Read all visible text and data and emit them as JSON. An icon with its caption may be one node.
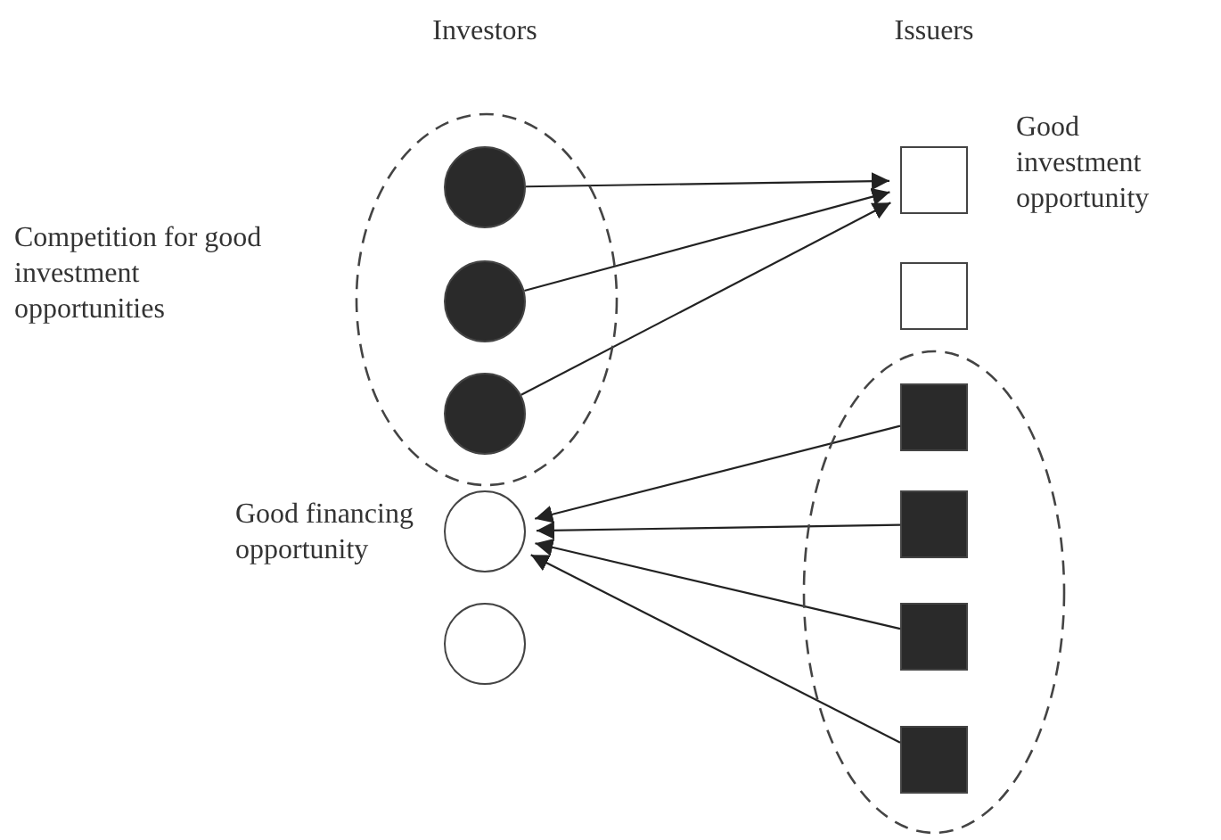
{
  "diagram": {
    "nodes": [
      {
        "text": [],
        "shape": "ellipse",
        "beside": [
          "Competition for good investment opportunities"
        ]
      },
      {
        "text": [],
        "shape": "circle",
        "in": 0
      },
      {
        "text": [],
        "shape": "circle",
        "in": 0
      },
      {
        "text": [],
        "shape": "circle",
        "in": 0
      },
      {
        "text": [],
        "shape": "circle",
        "beside": [
          "Good financing opportunity"
        ]
      },
      {
        "text": [],
        "shape": "circle"
      },
      {
        "text": [],
        "shape": "box",
        "beside": [
          "Good investment opportunity"
        ]
      },
      {
        "text": [],
        "shape": "box"
      },
      {
        "text": [],
        "shape": "ellipse"
      },
      {
        "text": [],
        "shape": "box",
        "in": 8
      },
      {
        "text": [],
        "shape": "box",
        "in": 8
      },
      {
        "text": [],
        "shape": "box",
        "in": 8
      },
      {
        "text": [],
        "shape": "box",
        "in": 8
      }
    ],
    "edges": [
      {
        "from": 1,
        "to": 6,
        "arrow": "to"
      },
      {
        "from": 2,
        "to": 6,
        "arrow": "to"
      },
      {
        "from": 3,
        "to": 6,
        "arrow": "to"
      },
      {
        "from": 9,
        "to": 4,
        "arrow": "to"
      },
      {
        "from": 10,
        "to": 4,
        "arrow": "to"
      },
      {
        "from": 11,
        "to": 4,
        "arrow": "to"
      },
      {
        "from": 12,
        "to": 4,
        "arrow": "to"
      }
    ],
    "labels": [
      "Investors",
      "Issuers"
    ]
  }
}
